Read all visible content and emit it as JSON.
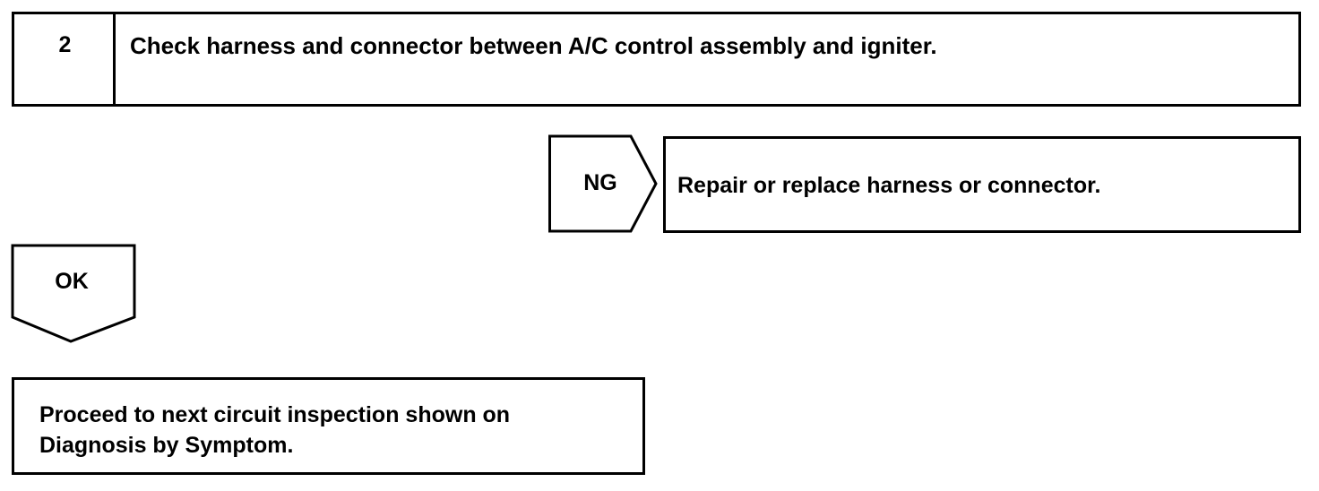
{
  "step": {
    "number": "2",
    "title": "Check harness and connector between A/C control assembly and igniter."
  },
  "ng_branch": {
    "label": "NG",
    "action": "Repair or replace harness or connector."
  },
  "ok_branch": {
    "label": "OK",
    "action_lines": [
      "Proceed to next circuit inspection shown on",
      "Diagnosis by Symptom."
    ]
  }
}
